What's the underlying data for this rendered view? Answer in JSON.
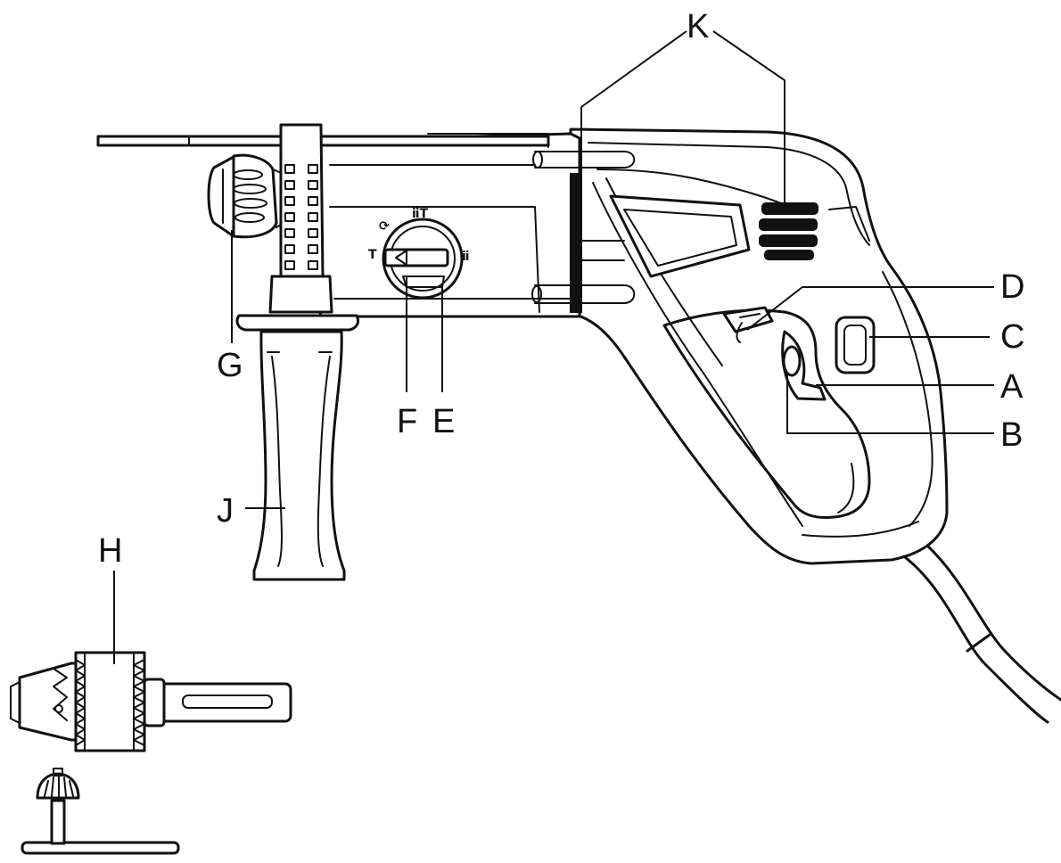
{
  "labels": {
    "A": "A",
    "B": "B",
    "C": "C",
    "D": "D",
    "E": "E",
    "F": "F",
    "G": "G",
    "H": "H",
    "J": "J",
    "K": "K"
  },
  "mode_symbols": {
    "hammer": "T",
    "drill": "⟳",
    "hammer_drill": "ⅱT",
    "chisel": "ⅱ"
  },
  "colors": {
    "line": "#111111",
    "background": "#ffffff"
  }
}
